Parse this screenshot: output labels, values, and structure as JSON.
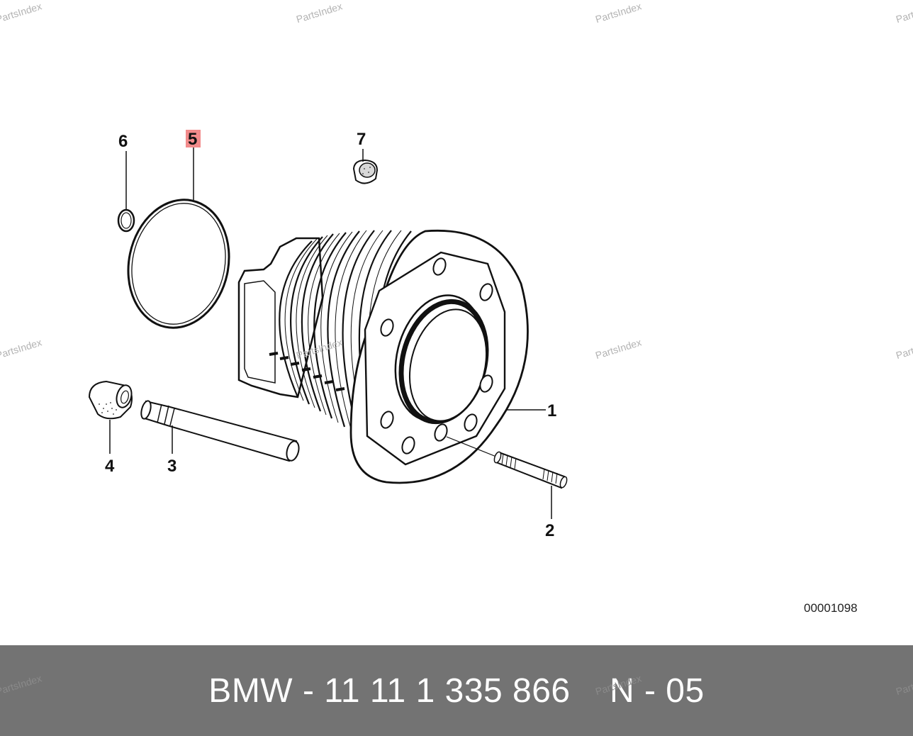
{
  "watermark": "PartsIndex",
  "callouts": {
    "c1": "1",
    "c2": "2",
    "c3": "3",
    "c4": "4",
    "c5": "5",
    "c6": "6",
    "c7": "7"
  },
  "highlight_color": "#f28b8b",
  "diagram_code": "00001098",
  "footer": {
    "part_label": "BMW - 11 11 1 335 866",
    "position_label": "N - 05"
  }
}
